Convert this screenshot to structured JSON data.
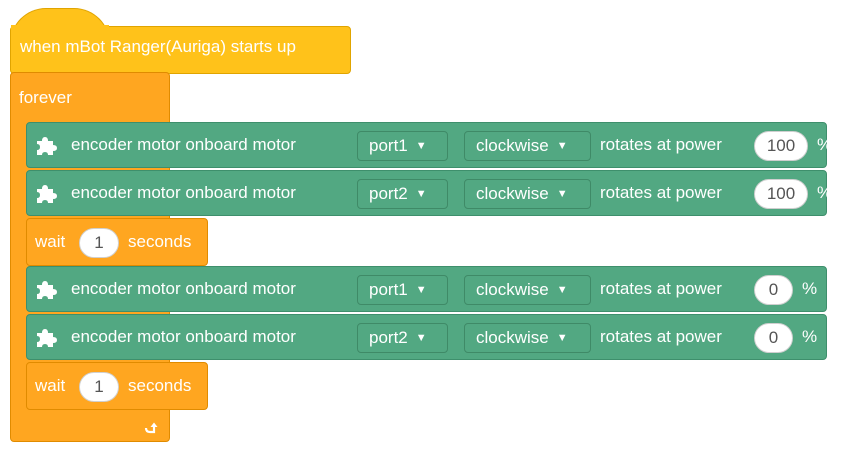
{
  "hat_block": {
    "label": "when mBot Ranger(Auriga) starts up"
  },
  "forever_block": {
    "label": "forever",
    "loop_icon": "loop-arrow-icon"
  },
  "motor_blocks": [
    {
      "label": "encoder motor onboard motor",
      "port": "port1",
      "direction": "clockwise",
      "power_label": "rotates at power",
      "power": "100",
      "unit": "%"
    },
    {
      "label": "encoder motor onboard motor",
      "port": "port2",
      "direction": "clockwise",
      "power_label": "rotates at power",
      "power": "100",
      "unit": "%"
    },
    {
      "label": "encoder motor onboard motor",
      "port": "port1",
      "direction": "clockwise",
      "power_label": "rotates at power",
      "power": "0",
      "unit": "%"
    },
    {
      "label": "encoder motor onboard motor",
      "port": "port2",
      "direction": "clockwise",
      "power_label": "rotates at power",
      "power": "0",
      "unit": "%"
    }
  ],
  "wait_blocks": [
    {
      "word": "wait",
      "value": "1",
      "unit": "seconds"
    },
    {
      "word": "wait",
      "value": "1",
      "unit": "seconds"
    }
  ],
  "icons": {
    "extension": "puzzle-icon",
    "dropdown": "caret-down-icon"
  },
  "colors": {
    "event": "#ffc21a",
    "control": "#ffa620",
    "motor": "#52a882",
    "text": "#ffffff"
  }
}
